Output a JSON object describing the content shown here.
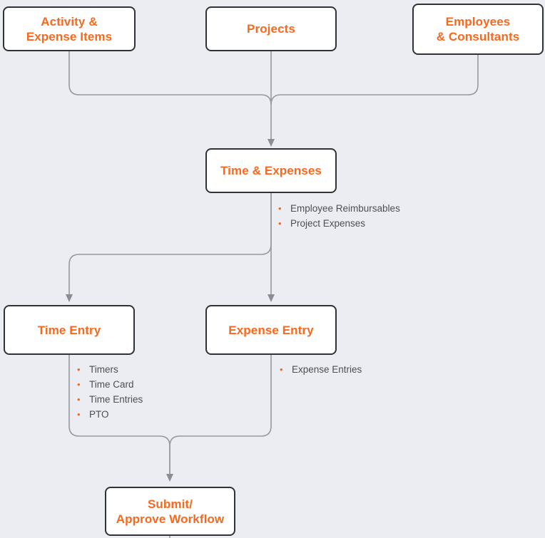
{
  "diagram_title": "Time and Expenses workflow diagram",
  "colors": {
    "background": "#ebedf2",
    "node_background": "#ffffff",
    "node_border": "#2f3338",
    "accent_orange": "#f8681d",
    "connector_gray": "#97999d",
    "arrowhead_gray": "#8a8d92",
    "list_text": "#4b4f55"
  },
  "glyphs": {
    "bullet": "•"
  },
  "nodes": {
    "activity": {
      "label": "Activity &\nExpense Items"
    },
    "projects": {
      "label": "Projects"
    },
    "employees": {
      "label": "Employees\n& Consultants"
    },
    "time_expenses": {
      "label": "Time & Expenses"
    },
    "time_entry": {
      "label": "Time Entry"
    },
    "expense_entry": {
      "label": "Expense Entry"
    },
    "submit_approve": {
      "label": "Submit/\nApprove Workflow"
    }
  },
  "lists": {
    "time_expenses": {
      "items": [
        "Employee Reimbursables",
        "Project Expenses"
      ]
    },
    "time_entry": {
      "items": [
        "Timers",
        "Time Card",
        "Time Entries",
        "PTO"
      ]
    },
    "expense_entry": {
      "items": [
        "Expense Entries"
      ]
    }
  }
}
